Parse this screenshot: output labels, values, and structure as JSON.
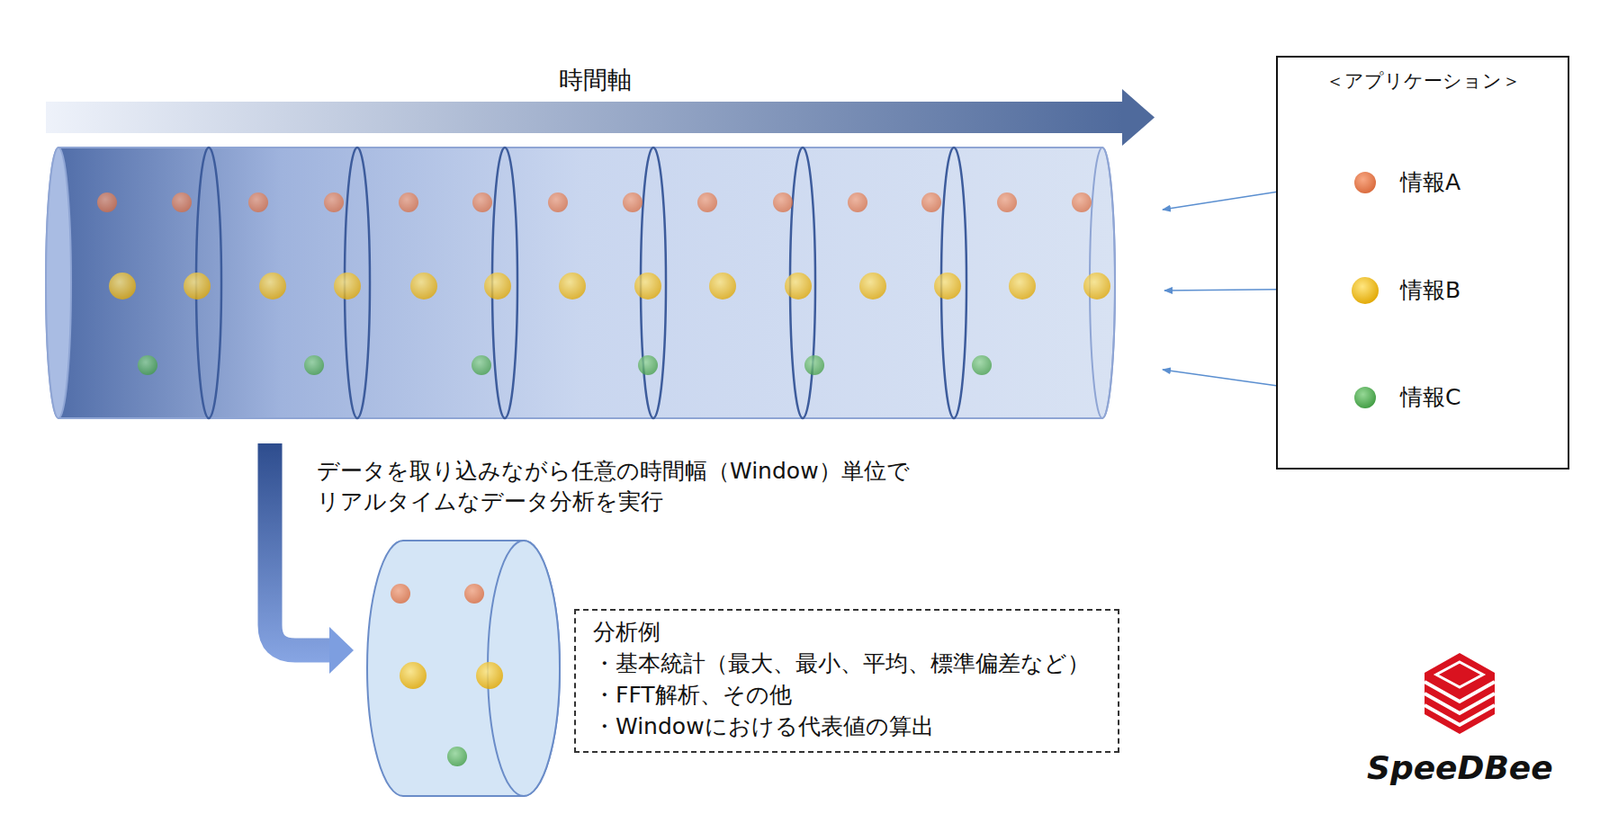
{
  "diagram": {
    "nodes": [
      {
        "text": [
          "＜アプリケーション＞"
        ]
      },
      {
        "text": [
          "情報A"
        ],
        "in": 0
      },
      {
        "text": [
          "情報B"
        ],
        "in": 0
      },
      {
        "text": [
          "情報C"
        ],
        "in": 0
      },
      {
        "text": [
          "分析例",
          "・基本統計（最大、最小、平均、標準偏差など）",
          "・FFT解析、その他",
          "・Windowにおける代表値の算出"
        ]
      }
    ],
    "labels": [
      "時間軸",
      "データを取り込みながら任意の時間幅（Window）単位で リアルタイムなデータ分析を実行",
      "SpeeDBee"
    ]
  }
}
